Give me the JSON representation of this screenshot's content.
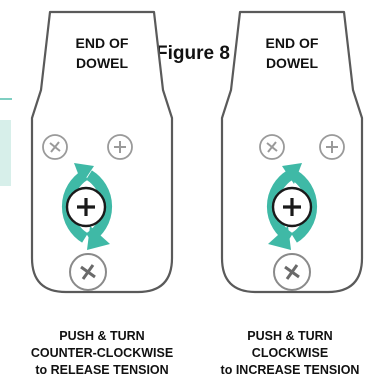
{
  "figure_title": "Figure 8",
  "panels": [
    {
      "title_lines": [
        "END OF",
        "DOWEL"
      ],
      "direction": "counter-clockwise",
      "caption_lines": [
        "PUSH & TURN",
        "COUNTER-CLOCKWISE",
        "to RELEASE TENSION"
      ]
    },
    {
      "title_lines": [
        "END OF",
        "DOWEL"
      ],
      "direction": "clockwise",
      "caption_lines": [
        "PUSH & TURN",
        "CLOCKWISE",
        "to INCREASE TENSION"
      ]
    }
  ],
  "colors": {
    "outline": "#5a5a5a",
    "arrow": "#3fb9a6",
    "small_screw": "#9a9a9a",
    "accent_light": "#d7efea"
  },
  "icons": [
    "small-screw-icon",
    "center-screw-icon",
    "rotation-arrows-icon"
  ]
}
